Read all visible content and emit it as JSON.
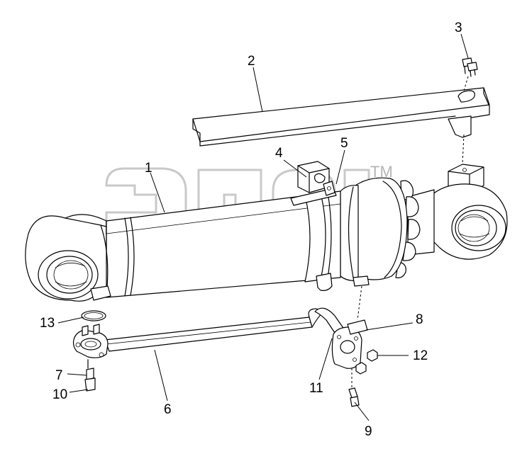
{
  "watermark": {
    "trademark": "TM"
  },
  "callouts": {
    "c1": "1",
    "c2": "2",
    "c3": "3",
    "c4": "4",
    "c5": "5",
    "c6": "6",
    "c7": "7",
    "c8": "8",
    "c9": "9",
    "c10": "10",
    "c11": "11",
    "c12": "12",
    "c13": "13"
  }
}
